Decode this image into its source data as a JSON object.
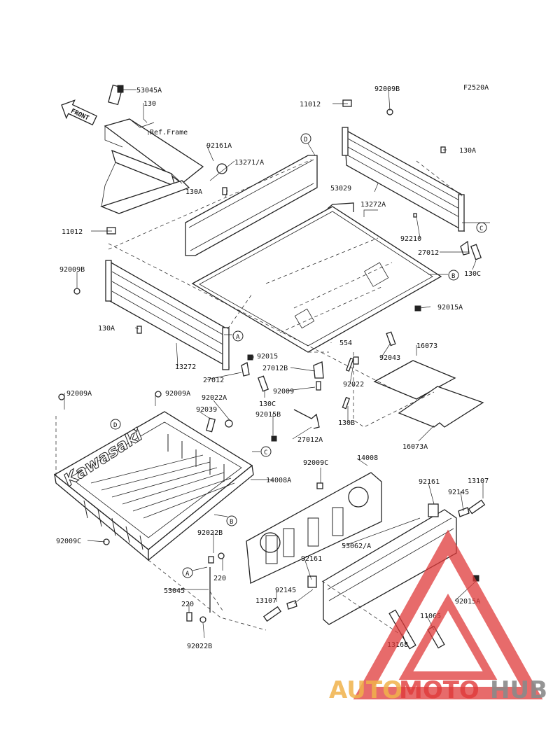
{
  "figure_code": "F2520A",
  "front_arrow_label": "FRONT",
  "ref_frame_label": "Ref.Frame",
  "callouts": [
    "53045A",
    "130",
    "92161A",
    "13271/A",
    "130A",
    "11012",
    "92009B",
    "130A",
    "13272A",
    "53029",
    "92210",
    "27012",
    "130C",
    "11012",
    "92009B",
    "92015A",
    "130A",
    "13272",
    "27012",
    "92015",
    "27012B",
    "554",
    "92043",
    "16073",
    "92009",
    "92022",
    "130C",
    "92009A",
    "92009A",
    "92022A",
    "92039",
    "92015B",
    "27012A",
    "130B",
    "16073A",
    "14008A",
    "92009C",
    "14008",
    "92161",
    "92145",
    "13107",
    "92009C",
    "92022B",
    "220",
    "53045",
    "220",
    "92022B",
    "92161",
    "53062/A",
    "92145",
    "13107",
    "92015A",
    "11065",
    "13168"
  ],
  "ref_circles": [
    "D",
    "C",
    "B",
    "A",
    "D",
    "C",
    "B",
    "A"
  ],
  "brand_text": "Kawasaki",
  "watermark": {
    "part1": "AUTO",
    "part2": "MOTO",
    "part3": "HUB",
    "colors": {
      "part1": "#f0b14a",
      "part2": "#e03a3a",
      "part3": "#8a8a8a"
    }
  }
}
